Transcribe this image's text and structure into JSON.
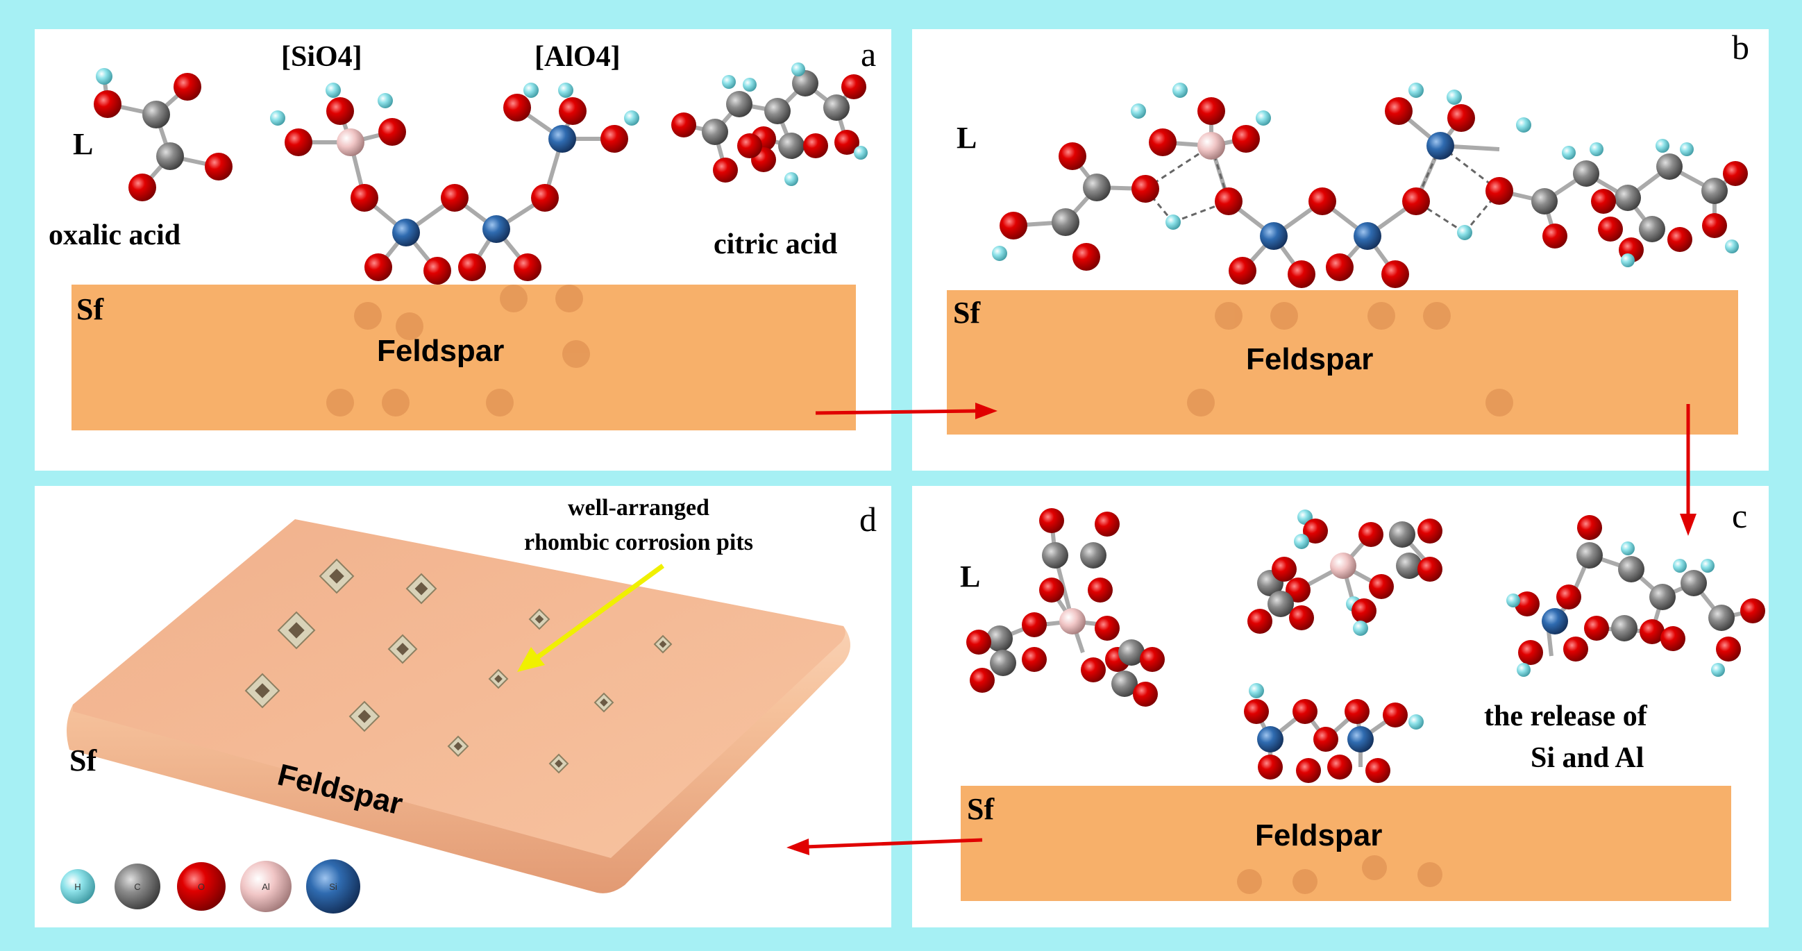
{
  "panels": {
    "a": {
      "letter": "a",
      "L": "L",
      "sf": "Sf",
      "feldspar": "Feldspar",
      "oxalic": "oxalic acid",
      "citric": "citric acid",
      "sio4": "[SiO4]",
      "alo4": "[AlO4]"
    },
    "b": {
      "letter": "b",
      "L": "L",
      "sf": "Sf",
      "feldspar": "Feldspar"
    },
    "c": {
      "letter": "c",
      "L": "L",
      "sf": "Sf",
      "feldspar": "Feldspar",
      "release1": "the release of",
      "release2": "Si and Al"
    },
    "d": {
      "letter": "d",
      "sf": "Sf",
      "feldspar": "Feldspar",
      "pits1": "well-arranged",
      "pits2": "rhombic corrosion pits"
    }
  },
  "legend": [
    {
      "label": "H",
      "color": "#8fe3ea"
    },
    {
      "label": "C",
      "color": "#8a8a8a"
    },
    {
      "label": "O",
      "color": "#d40000"
    },
    {
      "label": "Al",
      "color": "#f1c6c6"
    },
    {
      "label": "Si",
      "color": "#2f6bb0"
    }
  ],
  "colors": {
    "background": "#a6f0f4",
    "panel": "#ffffff",
    "feldspar": "#f7b06a",
    "slab_top": "#f4b88e",
    "arrow_red": "#e00000",
    "arrow_yellow": "#f0f000"
  }
}
